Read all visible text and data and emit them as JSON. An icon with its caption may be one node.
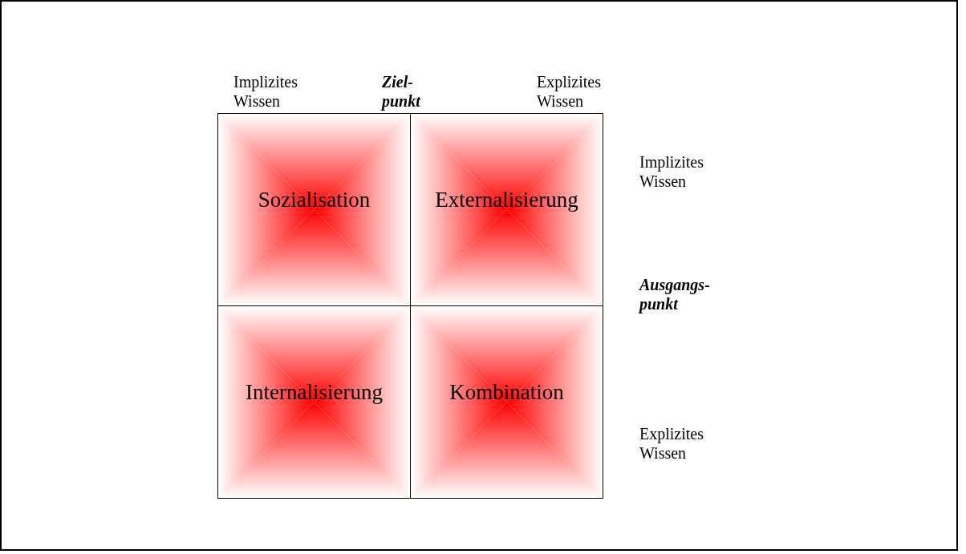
{
  "diagram": {
    "nodes": [
      {
        "text": [
          "Sozialisation"
        ]
      },
      {
        "text": [
          "Externalisierung"
        ]
      },
      {
        "text": [
          "Internalisierung"
        ]
      },
      {
        "text": [
          "Kombination"
        ]
      }
    ],
    "labels": [
      "Implizites Wissen",
      "Ziel- punkt",
      "Explizites Wissen",
      "Implizites Wissen",
      "Ausgangs- punkt",
      "Explizites Wissen"
    ]
  }
}
